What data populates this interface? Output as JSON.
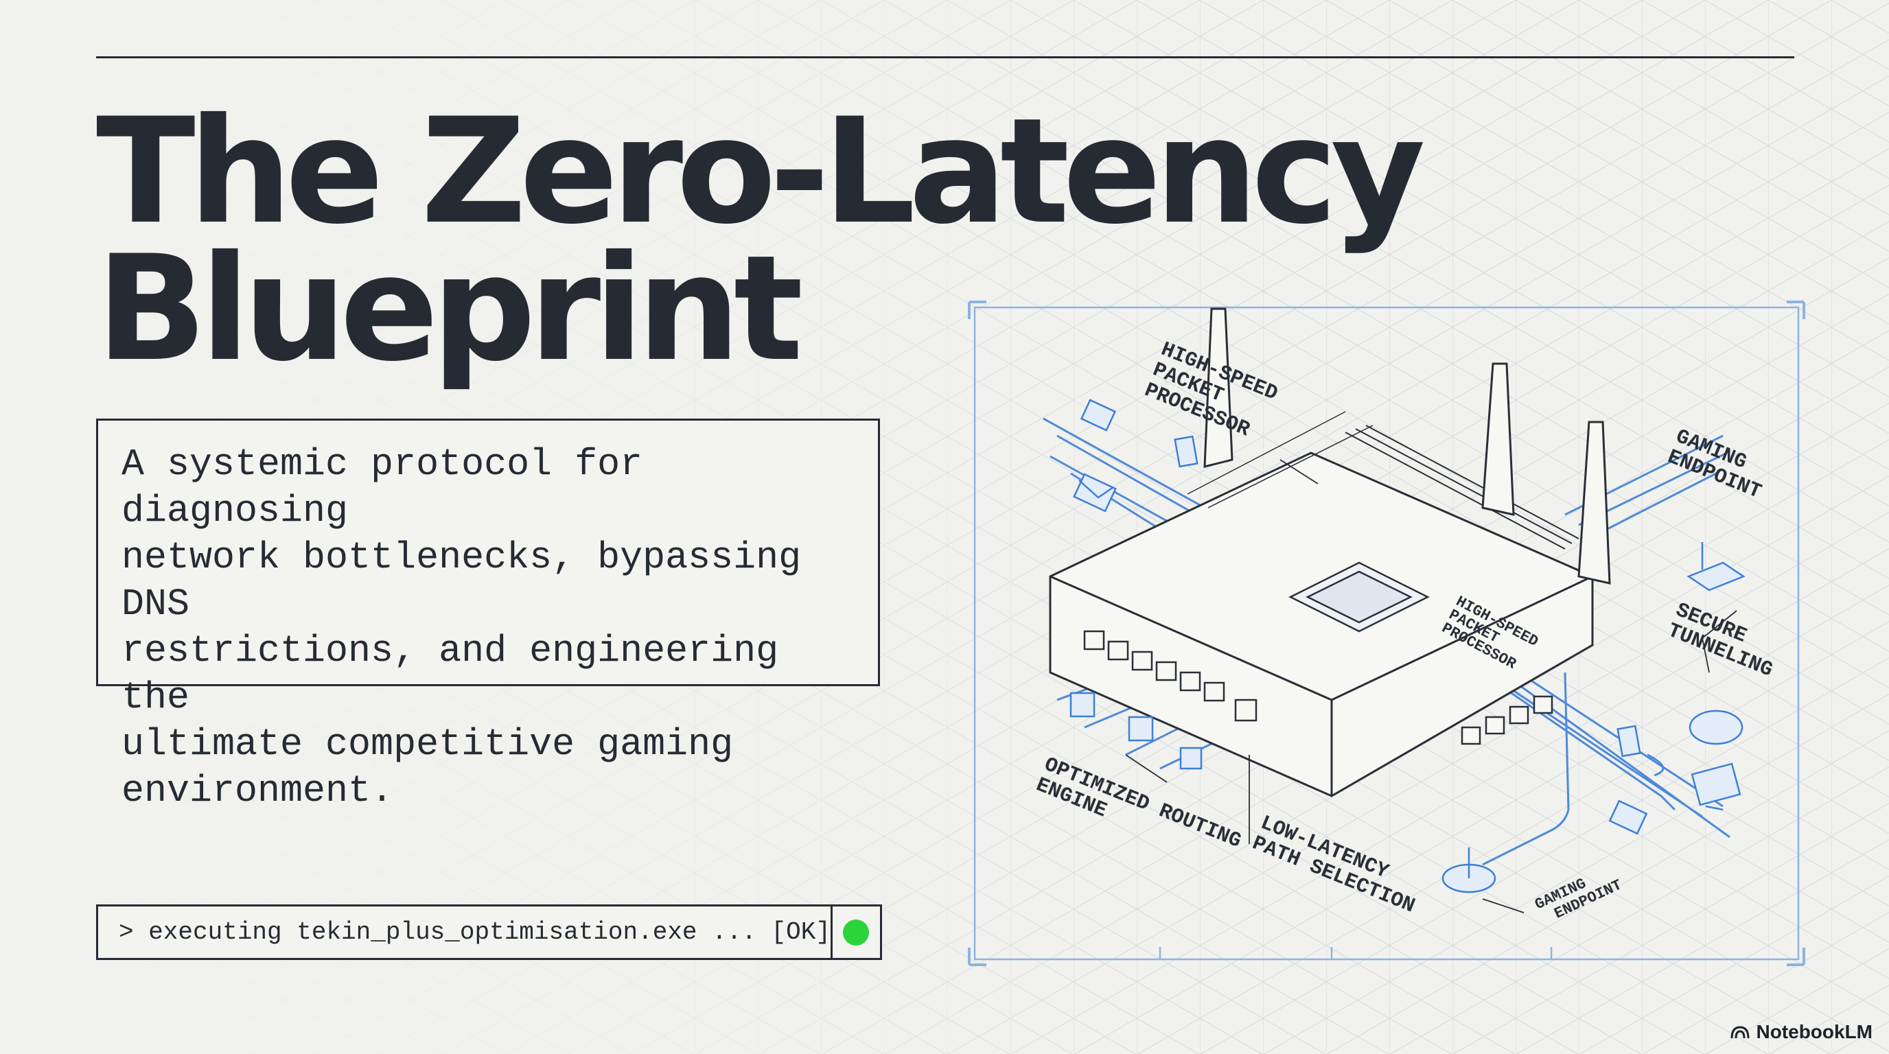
{
  "title": {
    "line1": "The Zero-Latency",
    "line2": "Blueprint"
  },
  "description": "A systemic protocol for diagnosing\nnetwork bottlenecks, bypassing DNS\nrestrictions, and engineering the\nultimate competitive gaming\nenvironment.",
  "console": {
    "command": "> executing tekin_plus_optimisation.exe ... [OK]",
    "status_color": "#2bd43a"
  },
  "diagram": {
    "labels": {
      "processor_top": [
        "HIGH-SPEED",
        "PACKET",
        "PROCESSOR"
      ],
      "chip": [
        "HIGH-SPEED",
        "PACKET",
        "PROCESSOR"
      ],
      "gaming_endpoint_top": [
        "GAMING",
        "ENDPOINT"
      ],
      "secure_tunneling": [
        "SECURE",
        "TUNNELING"
      ],
      "optimized_routing": [
        "OPTIMIZED ROUTING",
        "ENGINE"
      ],
      "low_latency": [
        "LOW-LATENCY",
        "PATH SELECTION"
      ],
      "gaming_endpoint_bottom": [
        "GAMING",
        "ENDPOINT"
      ]
    },
    "icons": [
      "router-icon",
      "chip-icon",
      "folder-icon",
      "document-icon",
      "envelope-icon",
      "monitor-icon",
      "cloud-icon",
      "small-router-icon",
      "joystick-icon"
    ],
    "colors": {
      "accent": "#3d7fd6",
      "frame": "#8fb3dd",
      "ink": "#262b33"
    }
  },
  "brand": {
    "name": "NotebookLM"
  }
}
